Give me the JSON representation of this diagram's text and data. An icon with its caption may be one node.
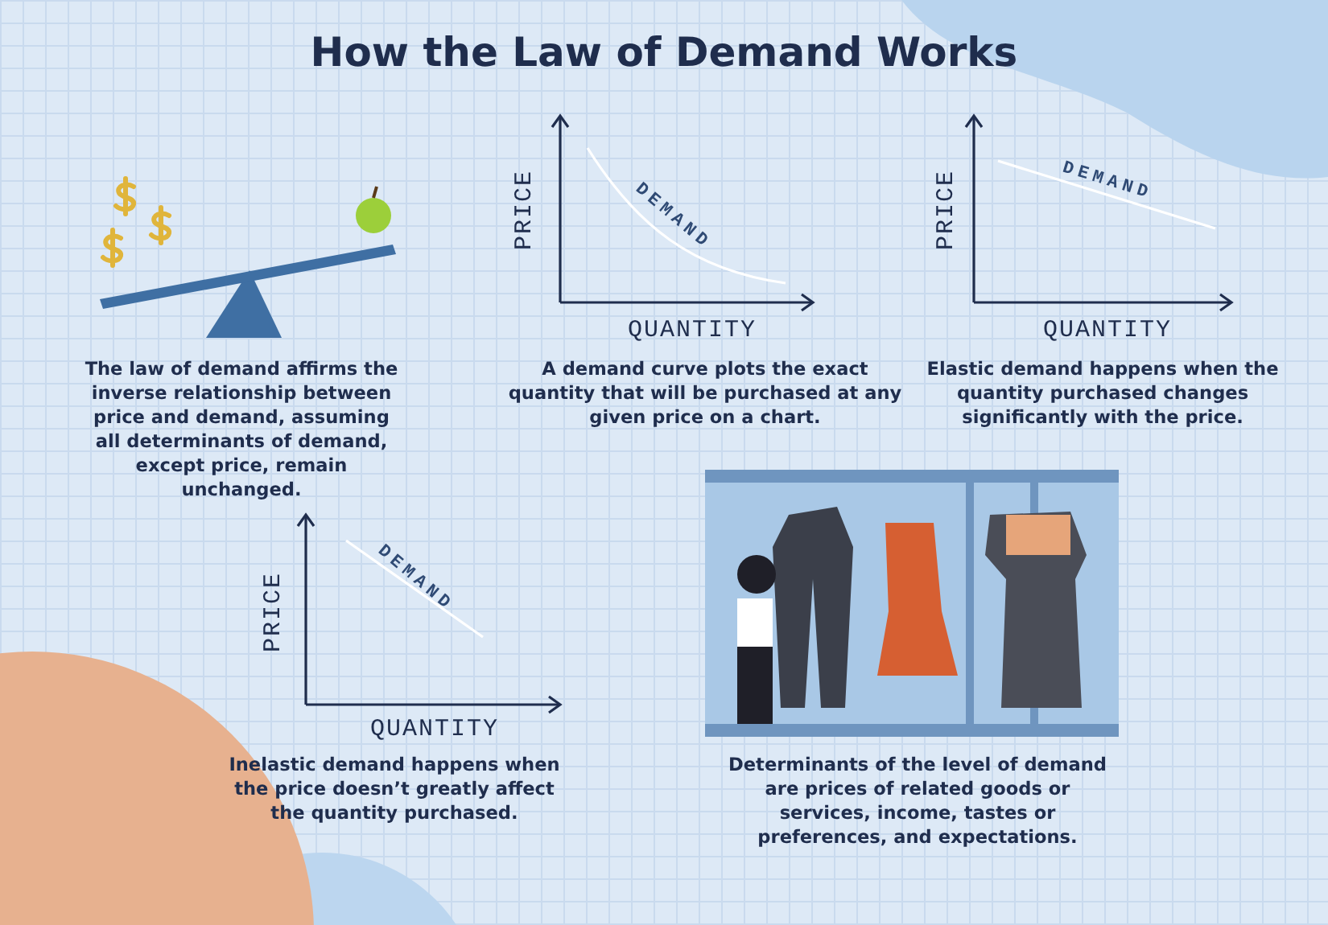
{
  "diagram": {
    "title": "How the Law of Demand Works",
    "labels": [
      "PRICE",
      "DEMAND",
      "QUANTITY",
      "PRICE",
      "DEMAND",
      "QUANTITY",
      "The law of demand affirms the inverse relationship between price and demand, assuming all determinants of demand, except price, remain unchanged.",
      "A demand curve plots the exact quantity that will be purchased at any given price on a chart.",
      "Elastic demand happens when the quantity purchased changes significantly with the price.",
      "PRICE",
      "DEMAND",
      "QUANTITY",
      "Inelastic demand happens when the price doesn’t greatly affect the quantity purchased.",
      "Determinants of the level of demand are prices of related goods or services, income, tastes or preferences, and expectations."
    ]
  }
}
